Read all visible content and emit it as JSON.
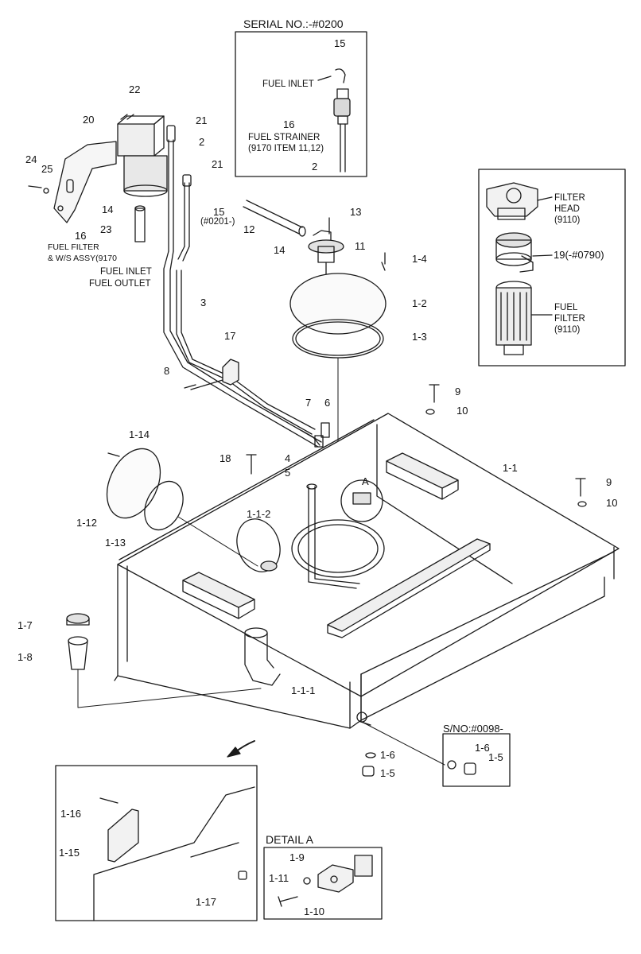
{
  "insets": {
    "serial": {
      "title": "SERIAL NO.:-#0200",
      "fuel_inlet": "FUEL INLET",
      "fuel_strainer_1": "FUEL STRAINER",
      "fuel_strainer_2": "(9170 ITEM 11,12)",
      "callouts": [
        "15",
        "16",
        "2"
      ]
    },
    "filter": {
      "filter_head_1": "FILTER",
      "filter_head_2": "HEAD",
      "filter_head_3": "(9110)",
      "filter_callout": "19(-#0790)",
      "fuel_filter_1": "FUEL",
      "fuel_filter_2": "FILTER",
      "fuel_filter_3": "(9110)"
    },
    "sno": {
      "title": "S/NO:#0098-",
      "callouts": [
        "1-6",
        "1-5"
      ]
    },
    "detail_a": {
      "title": "DETAIL A",
      "callouts": [
        "1-9",
        "1-11",
        "1-10"
      ]
    }
  },
  "assembly_labels": {
    "fuel_filter_1": "FUEL FILTER",
    "fuel_filter_2": "& W/S ASSY(9170",
    "fuel_inlet": "FUEL INLET",
    "fuel_outlet": "FUEL OUTLET",
    "serial_note_15": "(#0201-)",
    "detail_ref": "A"
  },
  "callouts": {
    "c22": "22",
    "c20": "20",
    "c21a": "21",
    "c2": "2",
    "c21b": "21",
    "c24": "24",
    "c25": "25",
    "c14a": "14",
    "c23": "23",
    "c16": "16",
    "c15": "15",
    "c12": "12",
    "c13": "13",
    "c14b": "14",
    "c11": "11",
    "c1_4": "1-4",
    "c1_2": "1-2",
    "c1_3": "1-3",
    "c3": "3",
    "c17": "17",
    "c8": "8",
    "c7": "7",
    "c6": "6",
    "c9a": "9",
    "c10a": "10",
    "c1_14": "1-14",
    "c18": "18",
    "c4": "4",
    "c5": "5",
    "c1_1": "1-1",
    "c9b": "9",
    "c10b": "10",
    "c1_12": "1-12",
    "c1_13": "1-13",
    "c1_1_2": "1-1-2",
    "c1_7": "1-7",
    "c1_8": "1-8",
    "c1_1_1": "1-1-1",
    "c1_6": "1-6",
    "c1_5": "1-5",
    "c1_16": "1-16",
    "c1_15": "1-15",
    "c1_17": "1-17"
  }
}
